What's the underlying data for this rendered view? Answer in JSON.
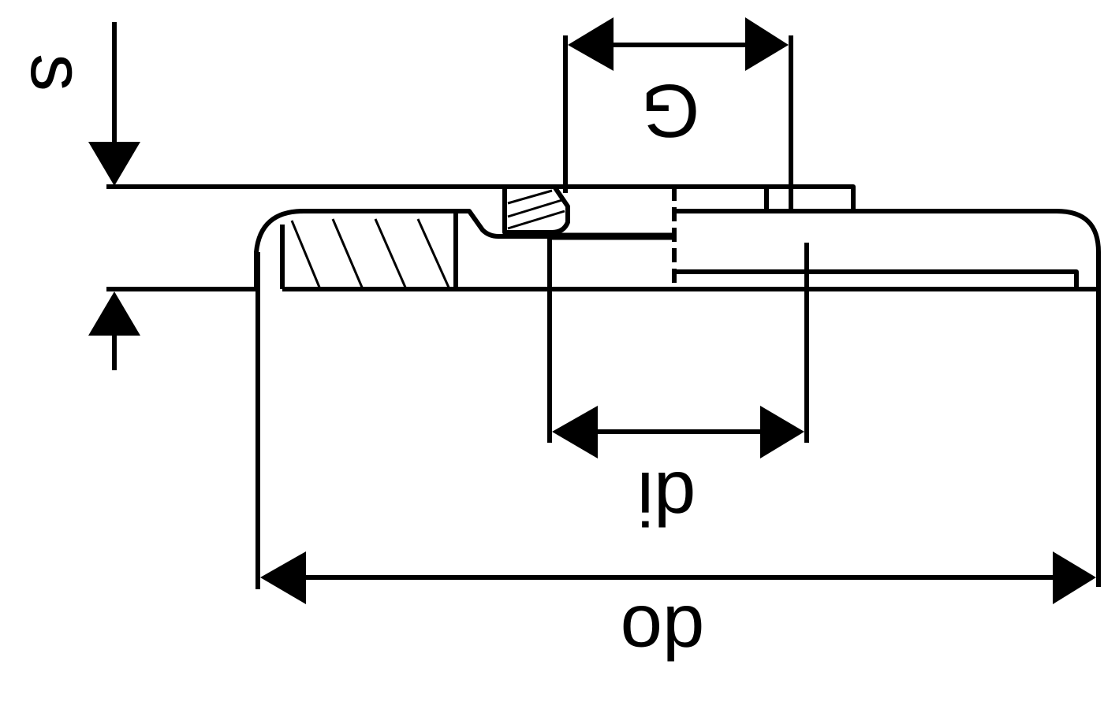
{
  "diagram": {
    "labels": {
      "thickness": "s",
      "thread": "G",
      "inner_diameter": "di",
      "outer_diameter": "do"
    },
    "colors": {
      "line": "#000000",
      "background": "#ffffff"
    }
  }
}
